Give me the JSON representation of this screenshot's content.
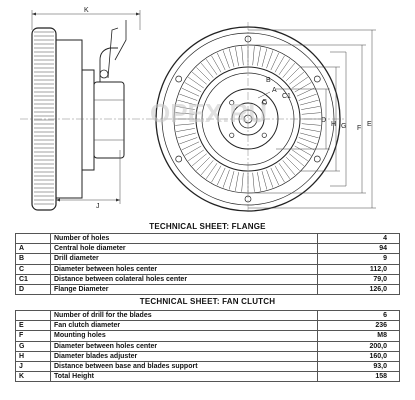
{
  "drawing": {
    "dimension_labels": {
      "k": "K",
      "j": "J",
      "a": "A",
      "b": "B",
      "c": "C",
      "c1": "C1",
      "d": "D",
      "h": "H",
      "g": "G",
      "f": "F",
      "e": "E"
    }
  },
  "flange": {
    "title": "TECHNICAL SHEET: FLANGE",
    "rows": [
      {
        "code": "",
        "desc": "Number of holes",
        "value": "4"
      },
      {
        "code": "A",
        "desc": "Central hole diameter",
        "value": "94"
      },
      {
        "code": "B",
        "desc": "Drill diameter",
        "value": "9"
      },
      {
        "code": "C",
        "desc": "Diameter between holes center",
        "value": "112,0"
      },
      {
        "code": "C1",
        "desc": "Distance between colateral holes center",
        "value": "79,0"
      },
      {
        "code": "D",
        "desc": "Flange Diameter",
        "value": "126,0"
      }
    ]
  },
  "fan_clutch": {
    "title": "TECHNICAL SHEET: FAN CLUTCH",
    "rows": [
      {
        "code": "",
        "desc": "Number of drill for the blades",
        "value": "6"
      },
      {
        "code": "E",
        "desc": "Fan clutch diameter",
        "value": "236"
      },
      {
        "code": "F",
        "desc": "Mounting holes",
        "value": "M8"
      },
      {
        "code": "G",
        "desc": "Diameter between holes center",
        "value": "200,0"
      },
      {
        "code": "H",
        "desc": "Diameter blades adjuster",
        "value": "160,0"
      },
      {
        "code": "J",
        "desc": "Distance between base and blades support",
        "value": "93,0"
      },
      {
        "code": "K",
        "desc": "Total Height",
        "value": "158"
      }
    ]
  }
}
